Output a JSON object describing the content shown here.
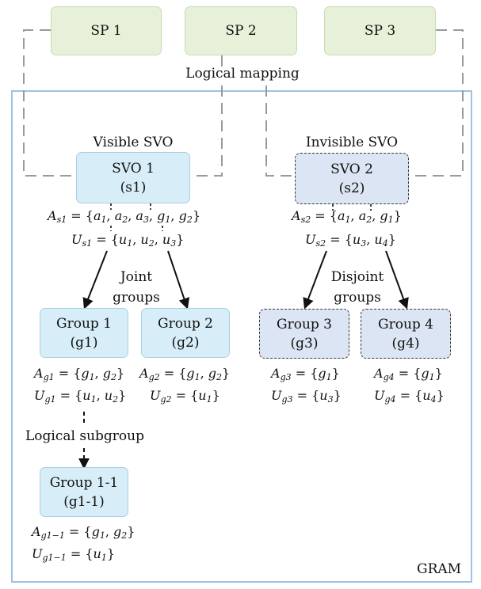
{
  "service_providers": [
    "SP 1",
    "SP 2",
    "SP 3"
  ],
  "mapping_label": "Logical mapping",
  "frame_label": "GRAM",
  "svos": [
    {
      "caption": "Visible SVO",
      "name": "SVO 1",
      "id": "(s1)",
      "attrs": {
        "lhs": "A",
        "sub": "s1",
        "set": [
          "a1",
          "a2",
          "a3",
          "g1",
          "g2"
        ]
      },
      "users": {
        "lhs": "U",
        "sub": "s1",
        "set": [
          "u1",
          "u2",
          "u3"
        ]
      }
    },
    {
      "caption": "Invisible SVO",
      "name": "SVO 2",
      "id": "(s2)",
      "attrs": {
        "lhs": "A",
        "sub": "s2",
        "set": [
          "a1",
          "a2",
          "g1"
        ]
      },
      "users": {
        "lhs": "U",
        "sub": "s2",
        "set": [
          "u3",
          "u4"
        ]
      }
    }
  ],
  "group_labels": {
    "joint_1": "Joint",
    "joint_2": "groups",
    "disjoint_1": "Disjoint",
    "disjoint_2": "groups"
  },
  "subgroup_label": "Logical subgroup",
  "groups": [
    {
      "name": "Group 1",
      "id": "(g1)",
      "attrs": {
        "lhs": "A",
        "sub": "g1",
        "set": [
          "g1",
          "g2"
        ]
      },
      "users": {
        "lhs": "U",
        "sub": "g1",
        "set": [
          "u1",
          "u2"
        ]
      }
    },
    {
      "name": "Group 2",
      "id": "(g2)",
      "attrs": {
        "lhs": "A",
        "sub": "g2",
        "set": [
          "g1",
          "g2"
        ]
      },
      "users": {
        "lhs": "U",
        "sub": "g2",
        "set": [
          "u1"
        ]
      }
    },
    {
      "name": "Group 3",
      "id": "(g3)",
      "attrs": {
        "lhs": "A",
        "sub": "g3",
        "set": [
          "g1"
        ]
      },
      "users": {
        "lhs": "U",
        "sub": "g3",
        "set": [
          "u3"
        ]
      }
    },
    {
      "name": "Group 4",
      "id": "(g4)",
      "attrs": {
        "lhs": "A",
        "sub": "g4",
        "set": [
          "g1"
        ]
      },
      "users": {
        "lhs": "U",
        "sub": "g4",
        "set": [
          "u4"
        ]
      }
    },
    {
      "name": "Group 1-1",
      "id": "(g1-1)",
      "attrs": {
        "lhs": "A",
        "sub": "g1−1",
        "set": [
          "g1",
          "g2"
        ]
      },
      "users": {
        "lhs": "U",
        "sub": "g1−1",
        "set": [
          "u1"
        ]
      }
    }
  ]
}
